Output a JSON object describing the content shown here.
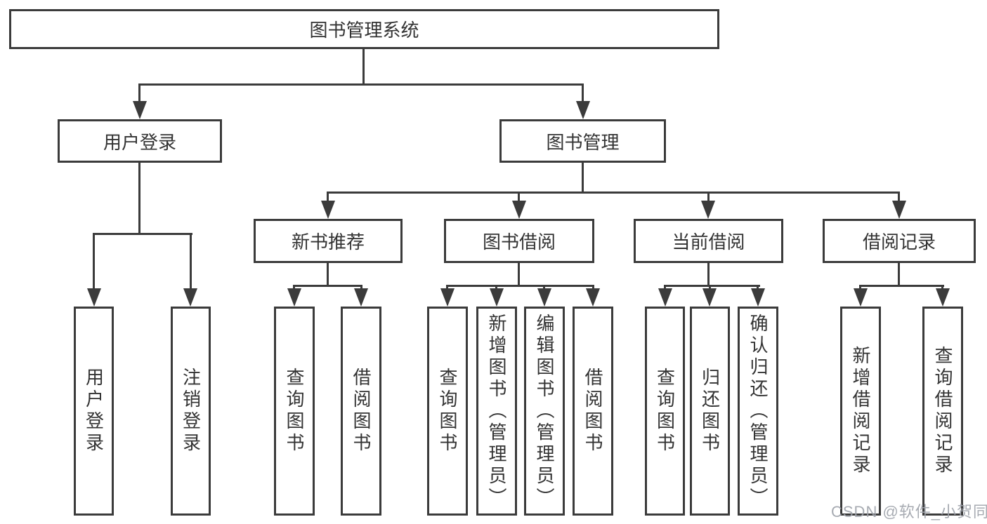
{
  "colors": {
    "line": "#3b3b3b",
    "text": "#333333",
    "watermark": "#a0a4ac",
    "background": "#ffffff"
  },
  "diagram": {
    "root": {
      "label": "图书管理系统"
    },
    "level2": [
      {
        "label": "用户登录"
      },
      {
        "label": "图书管理"
      }
    ],
    "level3": [
      {
        "label": "新书推荐"
      },
      {
        "label": "图书借阅"
      },
      {
        "label": "当前借阅"
      },
      {
        "label": "借阅记录"
      }
    ],
    "leaves": [
      [
        "用户登录",
        "注销登录"
      ],
      [
        "查询图书",
        "借阅图书"
      ],
      [
        "查询图书",
        "新增图书（管理员）",
        "编辑图书（管理员）",
        "借阅图书"
      ],
      [
        "查询图书",
        "归还图书",
        "确认归还（管理员）"
      ],
      [
        "新增借阅记录",
        "查询借阅记录"
      ]
    ]
  },
  "watermark": {
    "text": "CSDN @软件_小贺同学"
  }
}
